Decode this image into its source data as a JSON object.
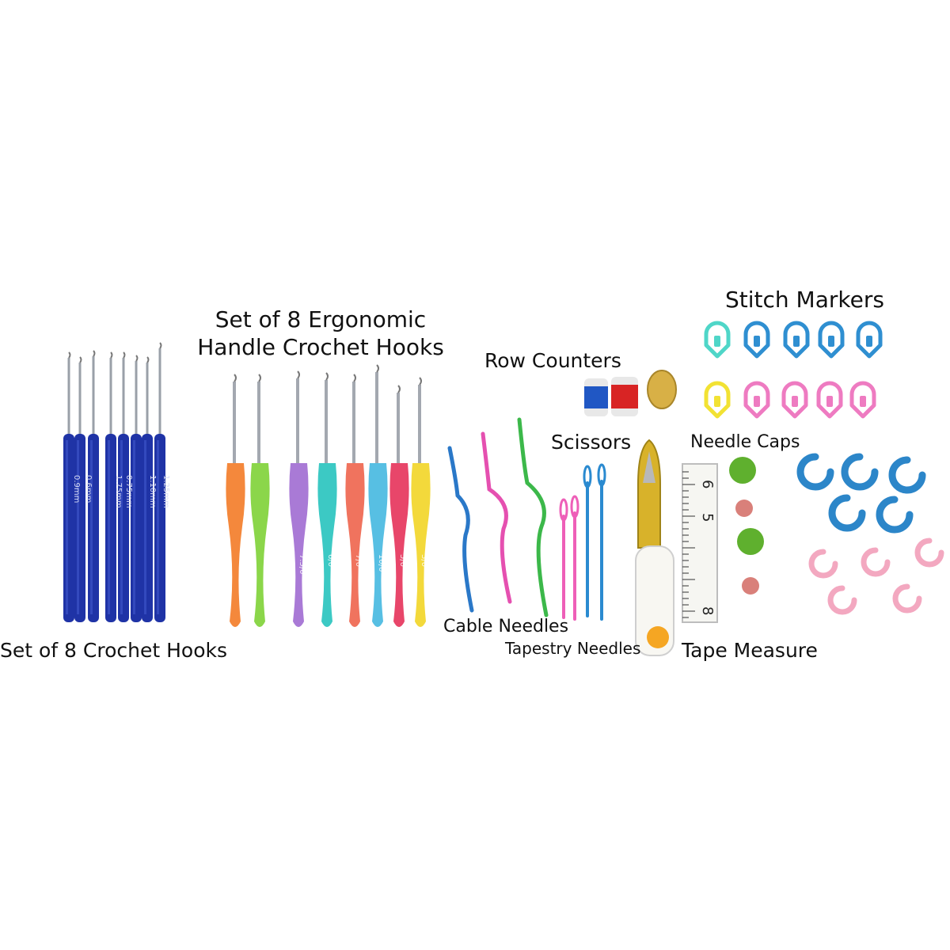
{
  "labels": {
    "crochet_hooks": "Set of 8 Crochet Hooks",
    "ergonomic_line1": "Set of 8 Ergonomic",
    "ergonomic_line2": "Handle Crochet Hooks",
    "row_counters": "Row Counters",
    "stitch_markers": "Stitch Markers",
    "scissors": "Scissors",
    "needle_caps": "Needle Caps",
    "cable_needles": "Cable Needles",
    "tapestry_needles": "Tapestry Needles",
    "tape_measure": "Tape Measure"
  },
  "steel_hook_sizes": [
    "0.9mm",
    "0.6mm",
    "1.75mm",
    "0.75mm",
    "1.10mm",
    "1.25mm"
  ],
  "ergonomic_hooks": [
    {
      "color": "#f4883c",
      "label": ""
    },
    {
      "color": "#8bd64a",
      "label": ""
    },
    {
      "color": "#a97ad6",
      "label": "7.5/0"
    },
    {
      "color": "#3cc9c4",
      "label": "6/0"
    },
    {
      "color": "#f0735e",
      "label": "7/0"
    },
    {
      "color": "#57bfe3",
      "label": "10/0"
    },
    {
      "color": "#e8466a",
      "label": "5/0"
    },
    {
      "color": "#f3d93b",
      "label": "3/0"
    }
  ],
  "tape_numbers": [
    "6",
    "5",
    "8"
  ],
  "colors": {
    "steel_handle": "#1f33a6",
    "marker_blue": "#2f8fd1",
    "marker_teal": "#4fd6c8",
    "marker_yellow": "#f2e233",
    "marker_pink": "#ee7bc1",
    "ring_blue": "#2c86c9",
    "ring_pink": "#f3a8c0",
    "cap_green": "#5fb02e",
    "cap_pink": "#d9807a"
  }
}
